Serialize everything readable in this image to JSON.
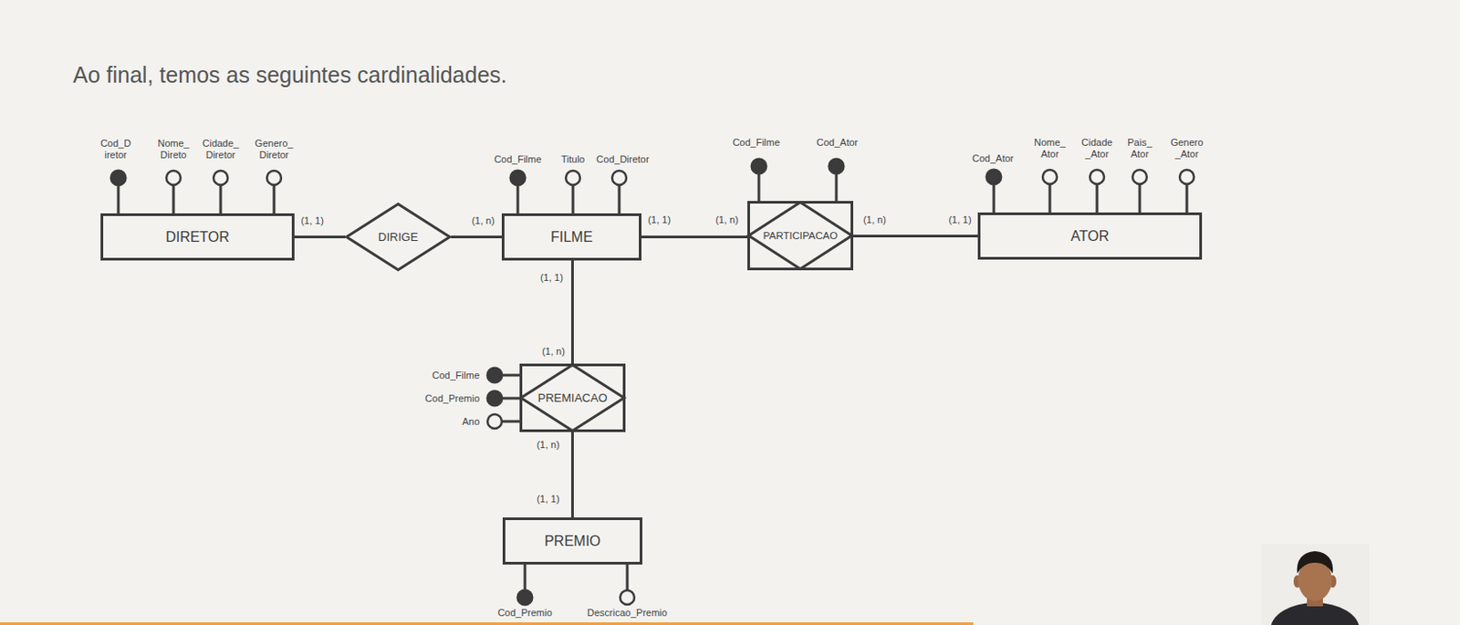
{
  "diagram": {
    "title": "Ao final, temos as seguintes cardinalidades.",
    "nodes": [
      {
        "text": [
          "DIRETOR"
        ]
      },
      {
        "text": [
          "DIRIGE"
        ]
      },
      {
        "text": [
          "FILME"
        ]
      },
      {
        "text": [
          "PARTICIPACAO"
        ]
      },
      {
        "text": [
          "ATOR"
        ]
      },
      {
        "text": [
          "PREMIACAO"
        ]
      },
      {
        "text": [
          "PREMIO"
        ]
      }
    ],
    "edges": [
      {
        "from": 0,
        "to": 1,
        "arrow": "none"
      },
      {
        "from": 1,
        "to": 2,
        "arrow": "none"
      },
      {
        "from": 2,
        "to": 3,
        "arrow": "none"
      },
      {
        "from": 3,
        "to": 4,
        "arrow": "none"
      },
      {
        "from": 2,
        "to": 5,
        "arrow": "none"
      },
      {
        "from": 5,
        "to": 6,
        "arrow": "none"
      }
    ],
    "labels": [
      "Cod_D iretor",
      "Nome_ Direto",
      "Cidade_ Diretor",
      "Genero_ Diretor",
      "Cod_Filme",
      "Titulo",
      "Cod_Diretor",
      "Cod_Filme",
      "Cod_Ator",
      "Cod_Ator",
      "Nome_ Ator",
      "Cidade _Ator",
      "Pais_ Ator",
      "Genero _Ator",
      "(1, 1)",
      "(1, n)",
      "(1, 1)",
      "(1, n)",
      "(1, n)",
      "(1, 1)",
      "(1, 1)",
      "(1, n)",
      "Cod_Filme",
      "Cod_Premio",
      "Ano",
      "(1, n)",
      "(1, 1)",
      "Cod_Premio",
      "Descricao_Premio"
    ]
  }
}
